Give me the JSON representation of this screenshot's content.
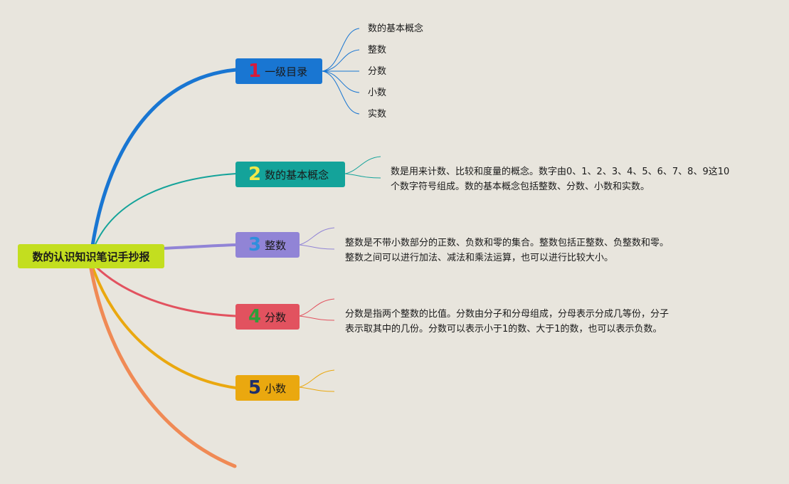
{
  "root": {
    "label": "数的认识知识笔记手抄报"
  },
  "branches": [
    {
      "num": "1",
      "label": "一级目录",
      "box_color": "#1976d2",
      "num_color": "#d81b3a",
      "line_color": "#1976d2",
      "children": [
        "数的基本概念",
        "整数",
        "分数",
        "小数",
        "实数"
      ]
    },
    {
      "num": "2",
      "label": "数的基本概念",
      "box_color": "#14a39a",
      "num_color": "#f3e94a",
      "line_color": "#14a39a",
      "note": [
        "数是用来计数、比较和度量的概念。数字由0、1、2、3、4、5、6、7、8、9这10",
        "个数字符号组成。数的基本概念包括整数、分数、小数和实数。"
      ]
    },
    {
      "num": "3",
      "label": "整数",
      "box_color": "#9184d6",
      "num_color": "#2f8fdc",
      "line_color": "#9184d6",
      "note": [
        "整数是不带小数部分的正数、负数和零的集合。整数包括正整数、负整数和零。",
        "整数之间可以进行加法、减法和乘法运算，也可以进行比较大小。"
      ]
    },
    {
      "num": "4",
      "label": "分数",
      "box_color": "#e2525f",
      "num_color": "#2e9e3a",
      "line_color": "#e2525f",
      "note": [
        "分数是指两个整数的比值。分数由分子和分母组成，分母表示分成几等份，分子",
        "表示取其中的几份。分数可以表示小于1的数、大于1的数，也可以表示负数。"
      ]
    },
    {
      "num": "5",
      "label": "小数",
      "box_color": "#eaa80f",
      "num_color": "#1f2f6b",
      "line_color": "#eaa80f"
    }
  ],
  "extra_branch": {
    "line_color": "#f08a55"
  }
}
